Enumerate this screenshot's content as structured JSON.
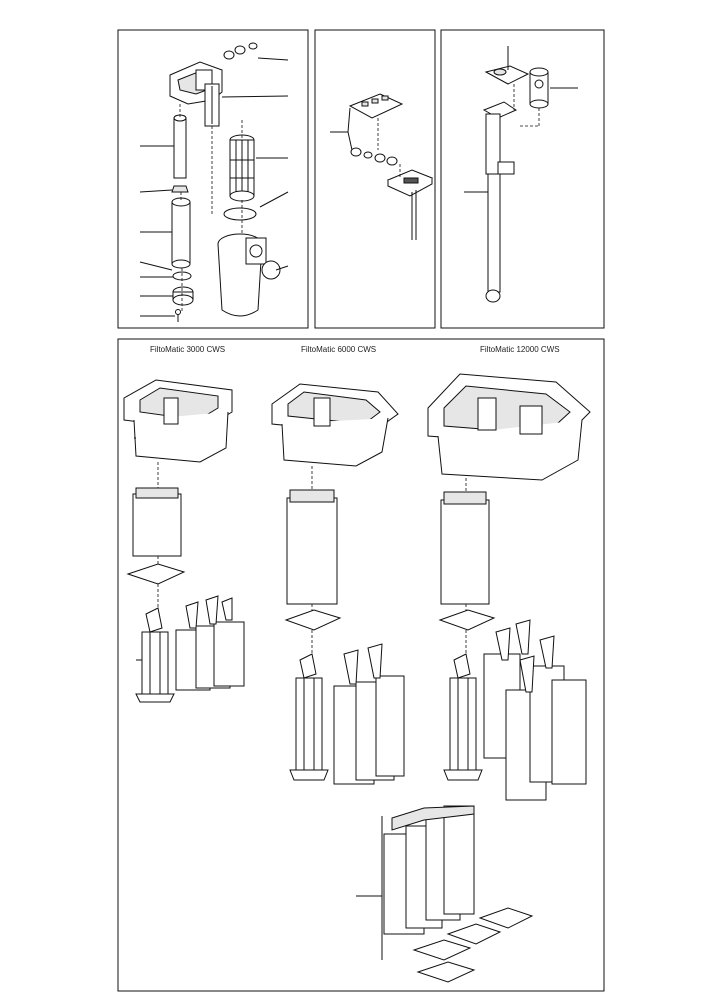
{
  "models": [
    {
      "title": "FiltoMatic 3000 CWS"
    },
    {
      "title": "FiltoMatic 6000 CWS"
    },
    {
      "title": "FiltoMatic 12000 CWS"
    }
  ]
}
